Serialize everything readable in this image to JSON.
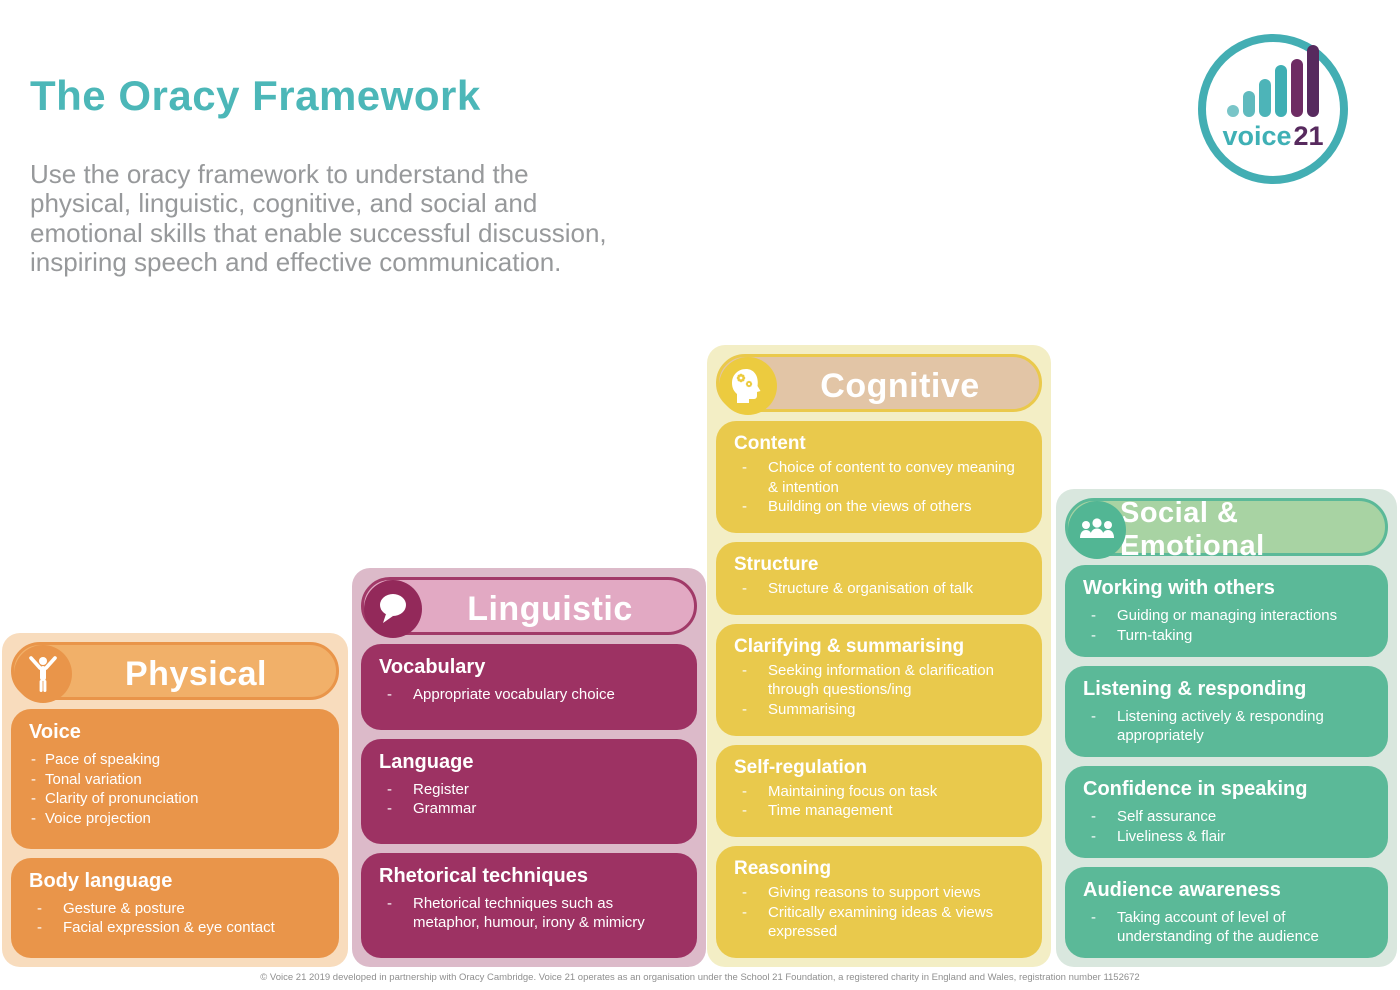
{
  "page": {
    "title": "The Oracy Framework",
    "intro": "Use the oracy framework to understand the physical, linguistic, cognitive, and social and emotional skills that enable successful discussion, inspiring speech and effective communication.",
    "footer": "© Voice 21 2019 developed in partnership with Oracy Cambridge. Voice 21 operates as an organisation under the School 21 Foundation, a registered charity in England and Wales, registration number 1152672"
  },
  "ui": {
    "bullet": "-"
  },
  "logo": {
    "brand": "voice",
    "number": "21",
    "ring_color": "#43aeb3",
    "teal_bar_colors": [
      "#79c5c8",
      "#5fbabe",
      "#4db4b8",
      "#3fafb4"
    ],
    "purple_bar_colors": [
      "#6e2c63",
      "#572a5e"
    ]
  },
  "colors": {
    "title_teal": "#4cb7b8",
    "intro_gray": "#97999b",
    "physical_orange": "#e9954a",
    "linguistic_magenta": "#9d3263",
    "cognitive_yellow": "#e9c94c",
    "social_green": "#5bb998"
  },
  "columns": [
    {
      "title": "Physical",
      "icon": "person-arms-raised-icon",
      "accent": "#e9954a",
      "cards": [
        {
          "title": "Voice",
          "items": [
            "Pace of speaking",
            "Tonal variation",
            "Clarity of pronunciation",
            "Voice projection"
          ]
        },
        {
          "title": "Body language",
          "items": [
            "Gesture & posture",
            "Facial expression & eye contact"
          ]
        }
      ]
    },
    {
      "title": "Linguistic",
      "icon": "speech-bubble-icon",
      "accent": "#9d3263",
      "cards": [
        {
          "title": "Vocabulary",
          "items": [
            "Appropriate vocabulary choice"
          ]
        },
        {
          "title": "Language",
          "items": [
            "Register",
            "Grammar"
          ]
        },
        {
          "title": "Rhetorical techniques",
          "items": [
            "Rhetorical techniques such as metaphor, humour, irony & mimicry"
          ]
        }
      ]
    },
    {
      "title": "Cognitive",
      "icon": "head-gears-icon",
      "accent": "#e9c94c",
      "cards": [
        {
          "title": "Content",
          "items": [
            "Choice of content to convey meaning & intention",
            "Building on the views of others"
          ]
        },
        {
          "title": "Structure",
          "items": [
            "Structure & organisation of talk"
          ]
        },
        {
          "title": "Clarifying & summarising",
          "items": [
            "Seeking information & clarification through questions/ing",
            "Summarising"
          ]
        },
        {
          "title": "Self-regulation",
          "items": [
            "Maintaining focus on task",
            "Time management"
          ]
        },
        {
          "title": "Reasoning",
          "items": [
            "Giving reasons to support views",
            "Critically examining ideas & views expressed"
          ]
        }
      ]
    },
    {
      "title": "Social & Emotional",
      "icon": "people-group-icon",
      "accent": "#5bb998",
      "cards": [
        {
          "title": "Working with others",
          "items": [
            "Guiding or managing interactions",
            "Turn-taking"
          ]
        },
        {
          "title": "Listening & responding",
          "items": [
            "Listening actively & responding appropriately"
          ]
        },
        {
          "title": "Confidence in speaking",
          "items": [
            "Self assurance",
            "Liveliness & flair"
          ]
        },
        {
          "title": "Audience awareness",
          "items": [
            "Taking account of level of understanding of the audience"
          ]
        }
      ]
    }
  ]
}
